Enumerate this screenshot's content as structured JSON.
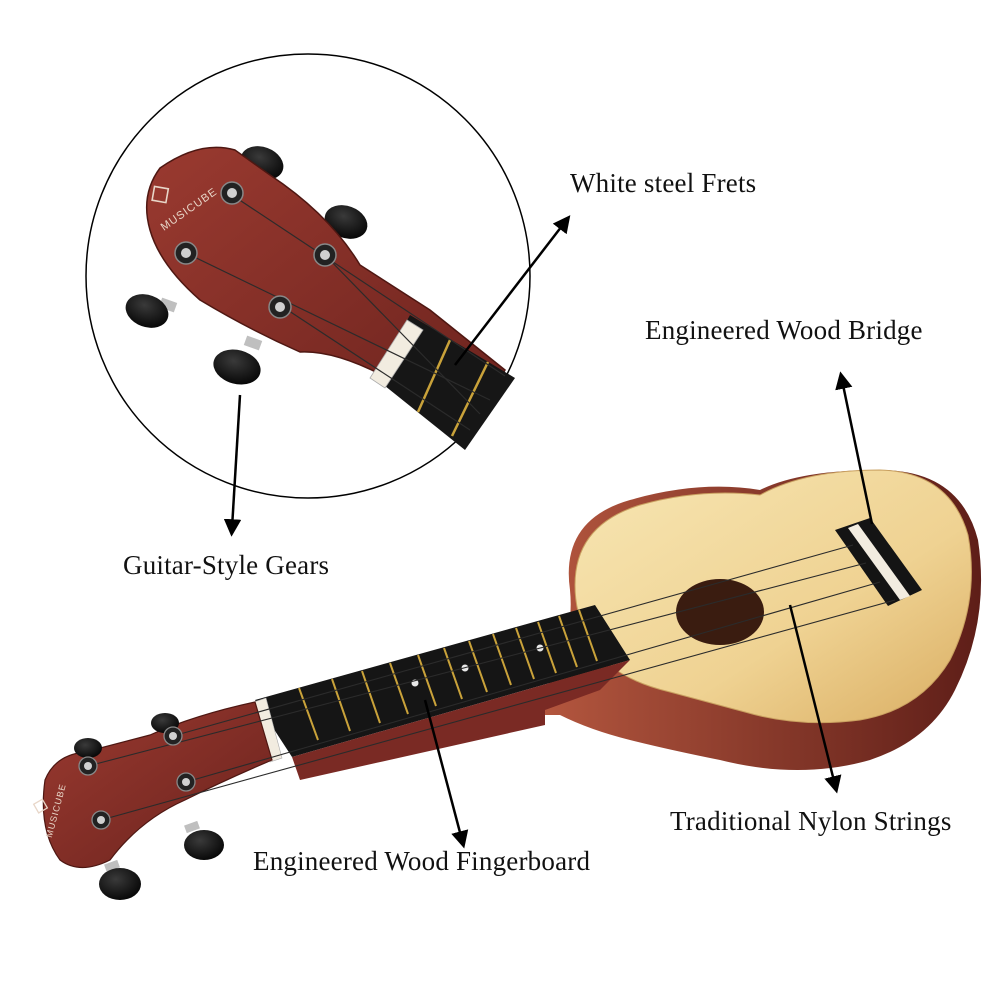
{
  "brand": {
    "logo_text": "MUSICUBE"
  },
  "callouts": {
    "frets": "White steel Frets",
    "bridge": "Engineered Wood Bridge",
    "gears": "Guitar-Style Gears",
    "strings": "Traditional Nylon Strings",
    "fingerboard": "Engineered Wood Fingerboard"
  },
  "colors": {
    "headstock": "#7a2a24",
    "soundboard": "#f3dca0",
    "body_side": "#8a3a2a",
    "fretboard": "#1b1b1b",
    "frets": "#c9a23a",
    "tuner_buttons": "#111111",
    "arrows": "#000000"
  }
}
